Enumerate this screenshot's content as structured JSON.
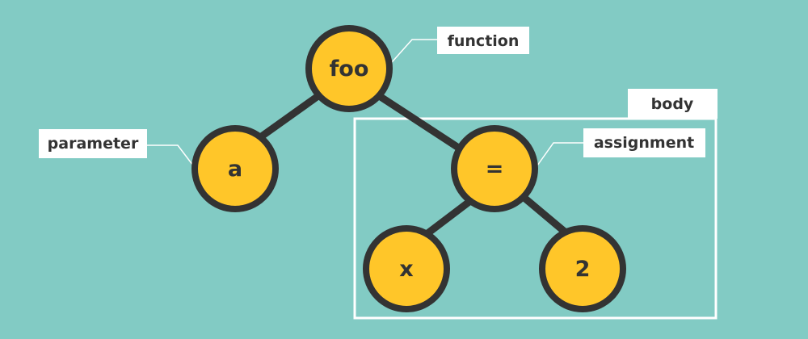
{
  "colors": {
    "background": "#82cbc4",
    "node_fill": "#ffc629",
    "node_stroke": "#333333",
    "label_fill": "#ffffff"
  },
  "nodes": {
    "foo": "foo",
    "a": "a",
    "assign": "=",
    "x": "x",
    "two": "2"
  },
  "labels": {
    "function": "function",
    "parameter": "parameter",
    "assignment": "assignment",
    "body": "body"
  }
}
